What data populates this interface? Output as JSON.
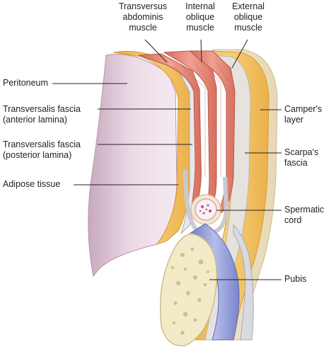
{
  "labels": {
    "transversus_abdominis": [
      "Transversus",
      "abdominis",
      "muscle"
    ],
    "internal_oblique": [
      "Internal",
      "oblique",
      "muscle"
    ],
    "external_oblique": [
      "External",
      "oblique",
      "muscle"
    ],
    "peritoneum": "Peritoneum",
    "transversalis_anterior": [
      "Transversalis fascia",
      "(anterior lamina)"
    ],
    "transversalis_posterior": [
      "Transversalis fascia",
      "(posterior lamina)"
    ],
    "adipose_tissue": "Adipose tissue",
    "campers_layer": [
      "Camper's",
      "layer"
    ],
    "scarpas_fascia": [
      "Scarpa's",
      "fascia"
    ],
    "spermatic_cord": [
      "Spermatic",
      "cord"
    ],
    "pubis": "Pubis"
  },
  "colors": {
    "adipose": "#f2c262",
    "muscle": "#e9897b",
    "peritoneum": "#e9d7e4",
    "fascia": "#dcdde2",
    "bone": "#f3ebc8",
    "vessel": "#8f97d6",
    "leader_line": "#222222"
  }
}
